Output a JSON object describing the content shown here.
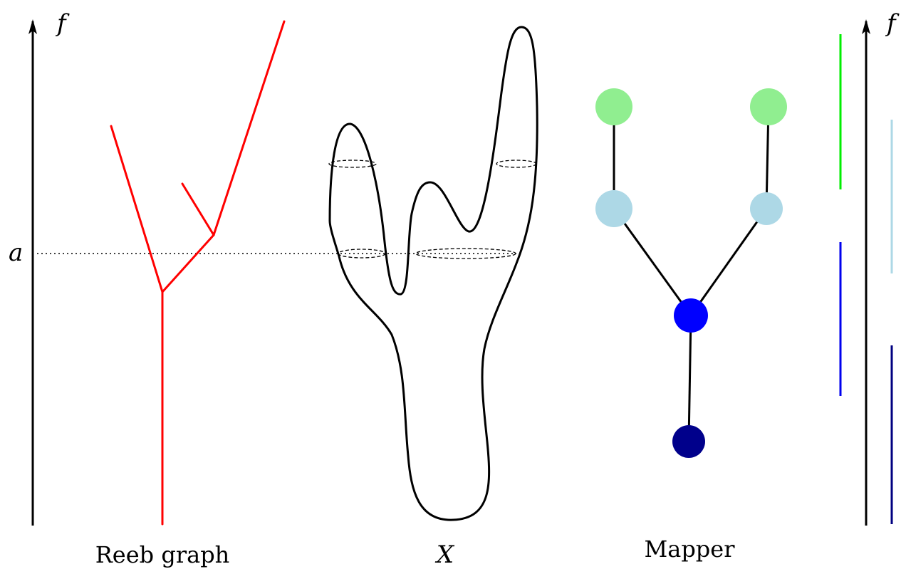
{
  "axis_label_left": "f",
  "axis_label_right": "f",
  "level_label": "a",
  "captions": {
    "reeb": "Reeb graph",
    "space": "X",
    "mapper": "Mapper"
  },
  "colors": {
    "reeb_edge": "#ff0000",
    "node_top": "#90ee90",
    "node_upper_mid": "#add8e6",
    "node_lower_mid": "#0000ff",
    "node_bottom": "#00008b",
    "interval_top": "#00ee00",
    "interval_upper_mid": "#add8e6",
    "interval_lower_mid": "#0000ee",
    "interval_bottom": "#000080"
  }
}
